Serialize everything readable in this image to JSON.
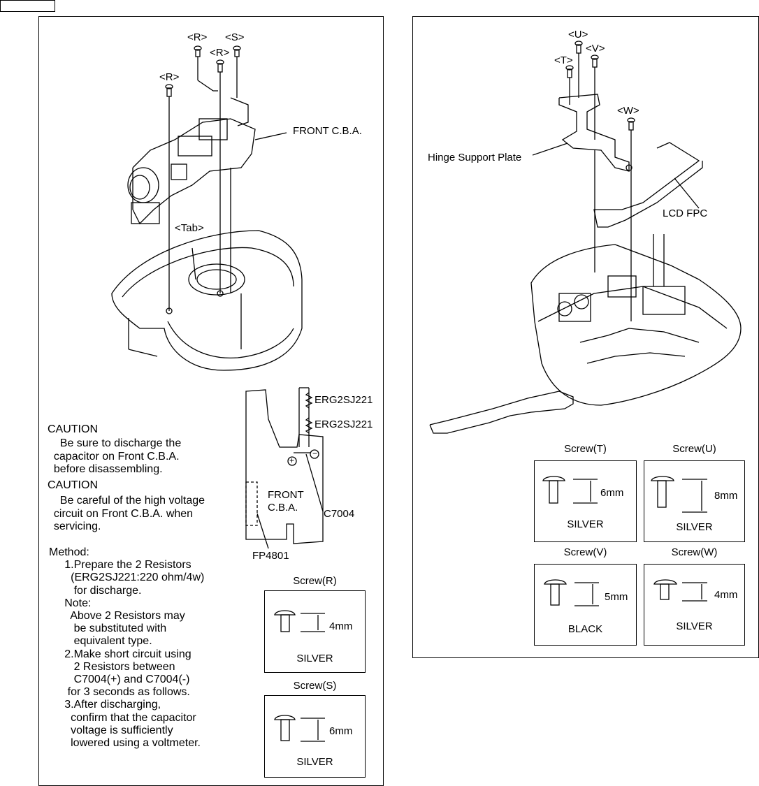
{
  "left_panel": {
    "screw_callouts": {
      "r1": "<R>",
      "r2": "<R>",
      "r3": "<R>",
      "s": "<S>",
      "tab": "<Tab>"
    },
    "front_cba_label": "FRONT C.B.A.",
    "board_detail": {
      "resistor1": "ERG2SJ221",
      "resistor2": "ERG2SJ221",
      "plus": "⊕",
      "minus": "⊖",
      "board_label": "FRONT\nC.B.A.",
      "c7004": "C7004",
      "fp4801": "FP4801"
    },
    "caution1_heading": "CAUTION",
    "caution1_body": "    Be sure to discharge the\n  capacitor on Front C.B.A.\n  before disassembling.",
    "caution2_heading": "CAUTION",
    "caution2_body": "    Be careful of the high voltage\n  circuit on Front C.B.A. when\n  servicing.",
    "method_text": "Method:\n     1.Prepare the 2 Resistors\n       (ERG2SJ221:220 ohm/4w)\n        for discharge.\n     Note:\n       Above 2 Resistors may\n        be substituted with\n        equivalent type.\n     2.Make short circuit using\n        2 Resistors between\n        C7004(+) and C7004(-)\n      for 3 seconds as follows.\n     3.After discharging,\n       confirm that the capacitor\n       voltage is sufficiently\n       lowered using a voltmeter.",
    "screws": [
      {
        "title": "Screw(R)",
        "length": "4mm",
        "finish": "SILVER"
      },
      {
        "title": "Screw(S)",
        "length": "6mm",
        "finish": "SILVER"
      }
    ]
  },
  "right_panel": {
    "screw_callouts": {
      "u": "<U>",
      "t": "<T>",
      "v": "<V>",
      "w": "<W>"
    },
    "hinge_label": "Hinge Support Plate",
    "lcd_fpc_label": "LCD FPC",
    "screws": [
      {
        "title": "Screw(T)",
        "length": "6mm",
        "finish": "SILVER"
      },
      {
        "title": "Screw(U)",
        "length": "8mm",
        "finish": "SILVER"
      },
      {
        "title": "Screw(V)",
        "length": "5mm",
        "finish": "BLACK"
      },
      {
        "title": "Screw(W)",
        "length": "4mm",
        "finish": "SILVER"
      }
    ]
  },
  "icons": [
    "screw-icon",
    "resistor-icon",
    "capacitor-icon"
  ]
}
